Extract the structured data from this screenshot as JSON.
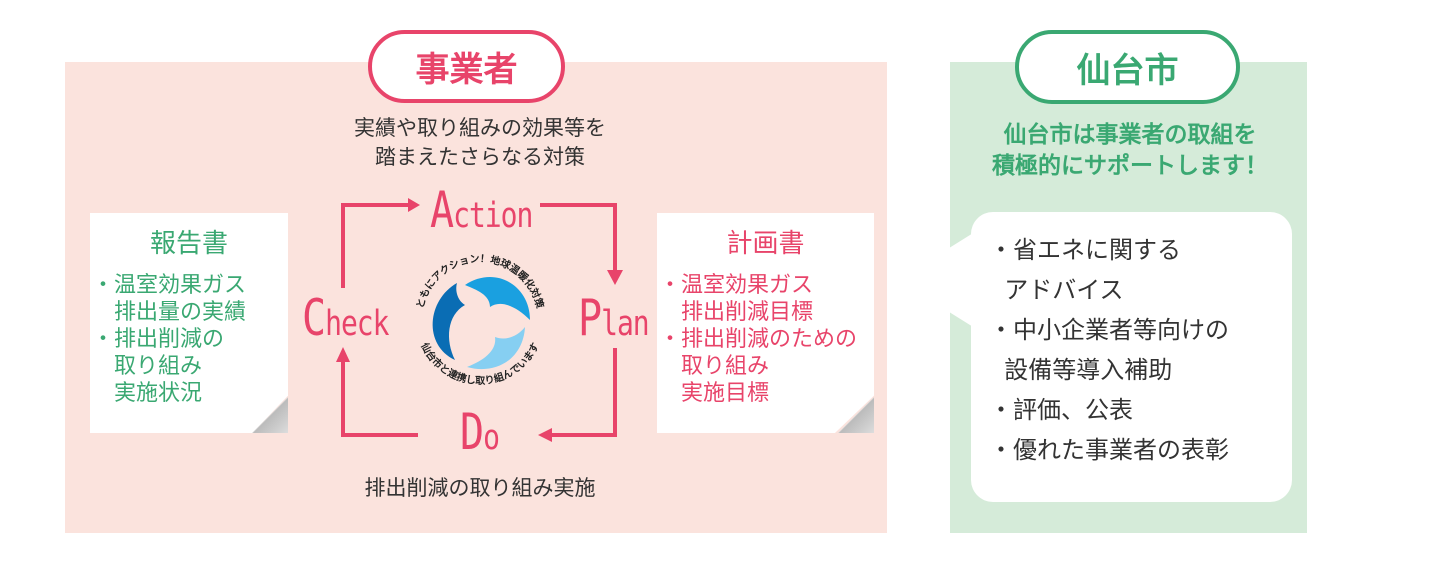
{
  "business": {
    "title": "事業者",
    "action_caption": [
      "実績や取り組みの効果等を",
      "踏まえたさらなる対策"
    ],
    "do_caption": "排出削減の取り組み実施",
    "cycle": {
      "action": [
        "A",
        "ction"
      ],
      "plan": [
        "P",
        "lan"
      ],
      "do": [
        "D",
        "o"
      ],
      "check": [
        "C",
        "heck"
      ]
    },
    "logo": {
      "top_text": "ともにアクション！地球温暖化対策",
      "bottom_text": "仙台市と連携し取り組んでいます"
    },
    "report": {
      "title": "報告書",
      "items": [
        [
          "温室効果ガス",
          "排出量の実績"
        ],
        [
          "排出削減の",
          "取り組み",
          "実施状況"
        ]
      ]
    },
    "plan": {
      "title": "計画書",
      "items": [
        [
          "温室効果ガス",
          "排出削減目標"
        ],
        [
          "排出削減のための",
          "取り組み",
          "実施目標"
        ]
      ]
    }
  },
  "city": {
    "title": "仙台市",
    "message": [
      "仙台市は事業者の取組を",
      "積極的にサポートします！"
    ],
    "items": [
      [
        "省エネに関する",
        "アドバイス"
      ],
      [
        "中小企業者等向けの",
        "設備等導入補助"
      ],
      [
        "評価、公表"
      ],
      [
        "優れた事業者の表彰"
      ]
    ]
  },
  "colors": {
    "pink": "#e8446a",
    "green": "#3aa872",
    "pink_bg": "#fbe3dd",
    "green_bg": "#d5ebd9"
  }
}
